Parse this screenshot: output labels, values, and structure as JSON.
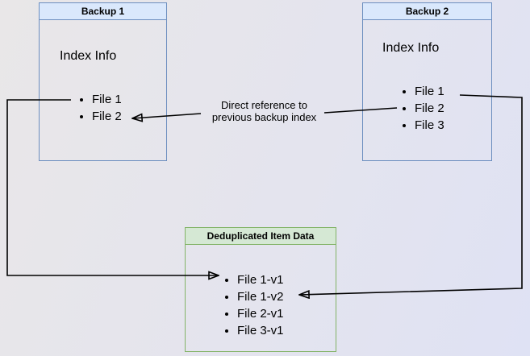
{
  "backup1": {
    "title": "Backup 1",
    "label": "Index Info",
    "files": [
      "File 1",
      "File 2"
    ]
  },
  "backup2": {
    "title": "Backup 2",
    "label": "Index Info",
    "files": [
      "File 1",
      "File 2",
      "File 3"
    ]
  },
  "dedup": {
    "title": "Deduplicated Item Data",
    "files": [
      "File 1-v1",
      "File 1-v2",
      "File 2-v1",
      "File 3-v1"
    ]
  },
  "annotation": {
    "line1": "Direct reference to",
    "line2": "previous backup index"
  },
  "colors": {
    "blue_fill": "#dae8fc",
    "blue_border": "#6c8ebf",
    "green_fill": "#d5e8d4",
    "green_border": "#82b366",
    "arrow": "#000000",
    "background_left": "#e9e7e8",
    "background_right": "#dfe2f4"
  }
}
